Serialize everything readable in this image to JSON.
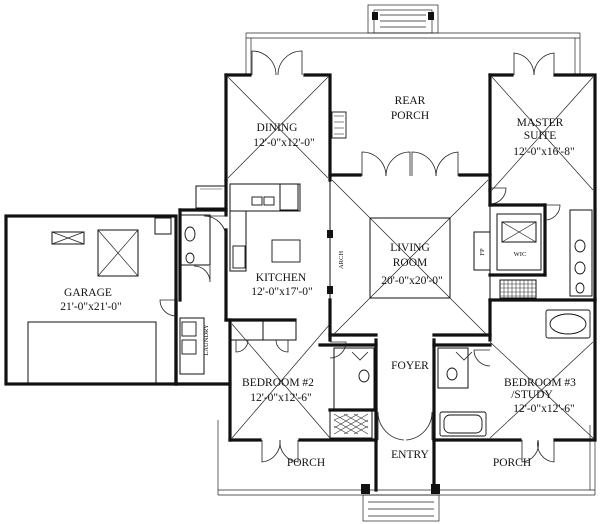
{
  "rooms": {
    "rear_porch": {
      "line1": "REAR",
      "line2": "PORCH"
    },
    "dining": {
      "name": "DINING",
      "size": "12'-0\"x12'-0\""
    },
    "master_suite": {
      "line1": "MASTER",
      "line2": "SUITE",
      "size": "12'-0\"x16'-8\""
    },
    "garage": {
      "name": "GARAGE",
      "size": "21'-0\"x21'-0\""
    },
    "living_room": {
      "line1": "LIVING",
      "line2": "ROOM",
      "size": "20'-0\"x20'-0\""
    },
    "kitchen": {
      "name": "KITCHEN",
      "size": "12'-0\"x17'-0\""
    },
    "foyer": {
      "name": "FOYER"
    },
    "bedroom2": {
      "name": "BEDROOM #2",
      "size": "12'-0\"x12'-6\""
    },
    "bedroom3": {
      "line1": "BEDROOM #3",
      "line2": "/STUDY",
      "size": "12'-0\"x12'-6\""
    },
    "entry": {
      "name": "ENTRY"
    },
    "porch_left": {
      "name": "PORCH"
    },
    "porch_right": {
      "name": "PORCH"
    }
  },
  "small_labels": {
    "arch": "ARCH",
    "laundry": "LAUNDRY",
    "fp": "FP",
    "wic": "WIC"
  }
}
